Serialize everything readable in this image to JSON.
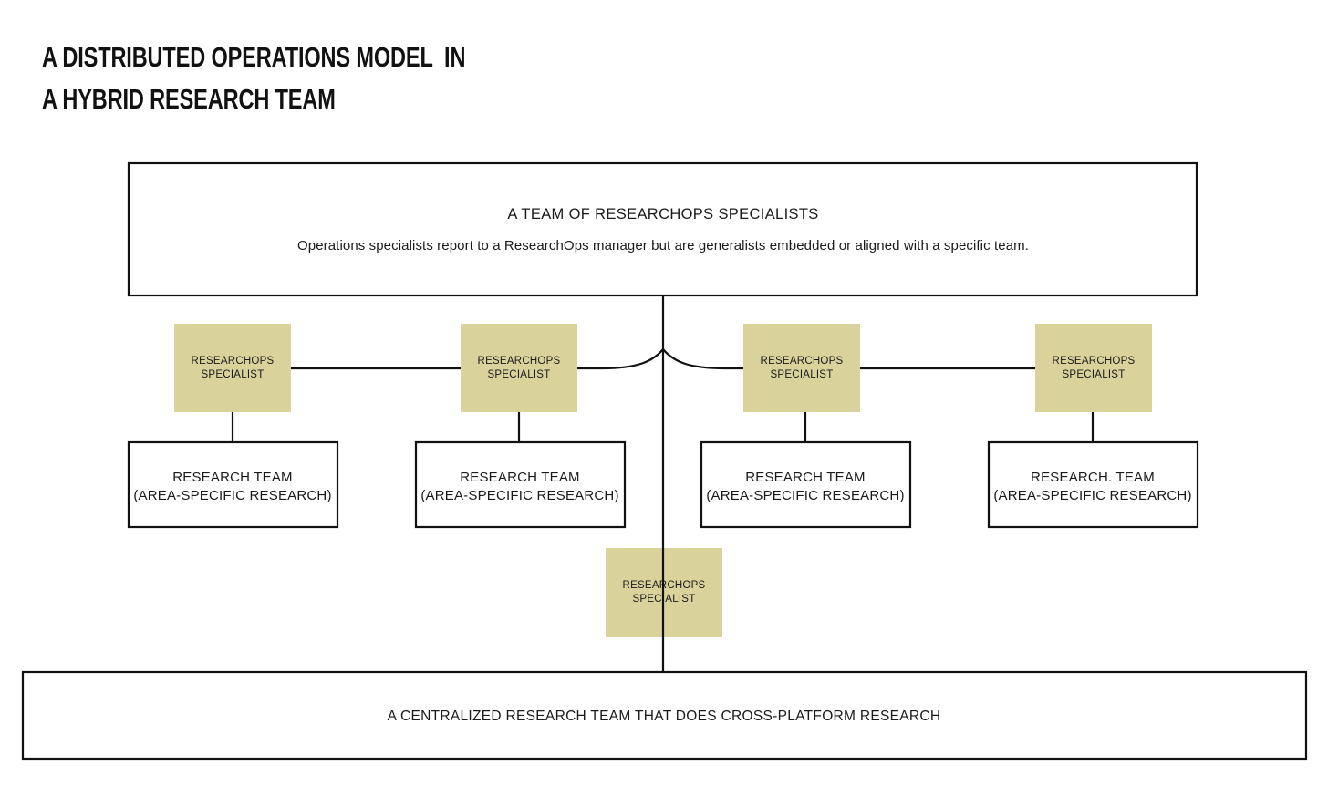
{
  "title": {
    "line1": "A DISTRIBUTED OPERATIONS MODEL  IN",
    "line2": "A HYBRID RESEARCH TEAM"
  },
  "colors": {
    "specialist_fill": "#d9d29b",
    "stroke": "#111111",
    "background": "#ffffff",
    "text": "#1a1a1a"
  },
  "top_box": {
    "heading": "A TEAM OF RESEARCHOPS SPECIALISTS",
    "description": "Operations specialists report to a ResearchOps manager but are generalists embedded or aligned with a specific team."
  },
  "specialists": [
    {
      "line1": "RESEARCHOPS",
      "line2": "SPECIALIST"
    },
    {
      "line1": "RESEARCHOPS",
      "line2": "SPECIALIST"
    },
    {
      "line1": "RESEARCHOPS",
      "line2": "SPECIALIST"
    },
    {
      "line1": "RESEARCHOPS",
      "line2": "SPECIALIST"
    }
  ],
  "research_teams": [
    {
      "line1": "RESEARCH TEAM",
      "line2": "(AREA-SPECIFIC RESEARCH)"
    },
    {
      "line1": "RESEARCH TEAM",
      "line2": "(AREA-SPECIFIC RESEARCH)"
    },
    {
      "line1": "RESEARCH TEAM",
      "line2": "(AREA-SPECIFIC RESEARCH)"
    },
    {
      "line1": "RESEARCH. TEAM",
      "line2": "(AREA-SPECIFIC RESEARCH)"
    }
  ],
  "center_specialist": {
    "line1": "RESEARCHOPS",
    "line2": "SPECIALIST"
  },
  "bottom_box": {
    "label": "A CENTRALIZED RESEARCH TEAM THAT DOES CROSS-PLATFORM RESEARCH"
  }
}
